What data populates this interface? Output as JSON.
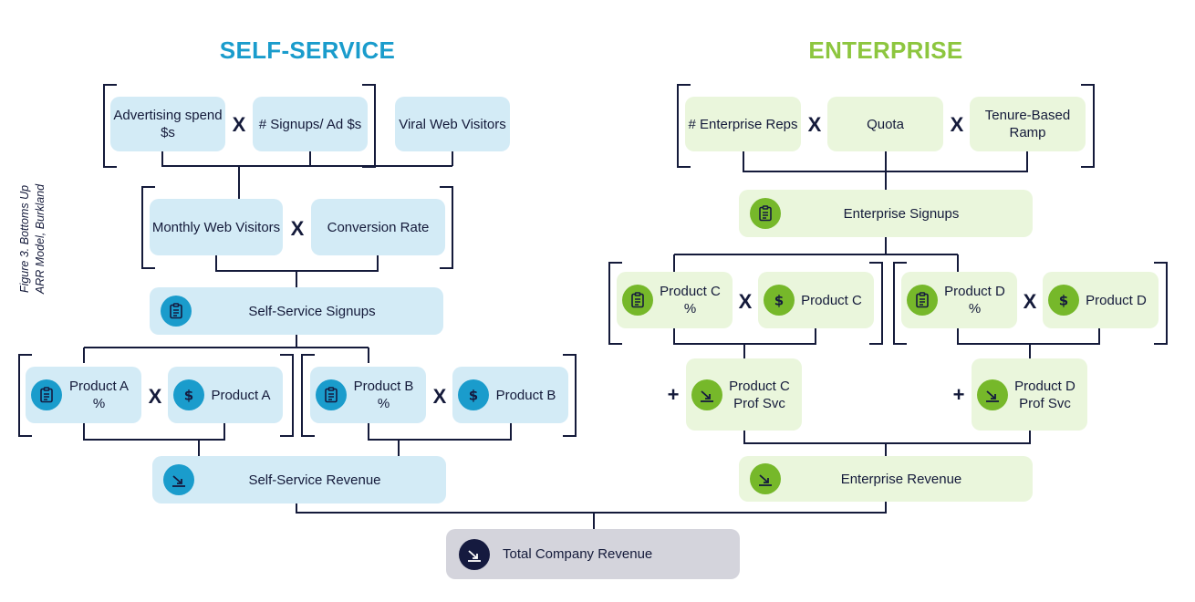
{
  "caption": {
    "line1": "Figure 3. Bottoms Up",
    "line2": "ARR Model, Burkland"
  },
  "colors": {
    "self_service_title": "#1a9ccc",
    "enterprise_title": "#8dc63f",
    "self_service_box": "#d3ebf6",
    "enterprise_box": "#eaf6dc",
    "total_box": "#d4d4dc",
    "icon_blue": "#1a9ccc",
    "icon_green": "#76b82a",
    "icon_navy": "#151a3f",
    "line": "#141a3a"
  },
  "self_service": {
    "title": "SELF-SERVICE",
    "advertising_spend": "Advertising spend $s",
    "signups_per_ad": "# Signups/ Ad $s",
    "viral_web_visitors": "Viral Web Visitors",
    "monthly_web_visitors": "Monthly Web Visitors",
    "conversion_rate": "Conversion Rate",
    "signups": "Self-Service Signups",
    "product_a_pct": "Product A %",
    "product_a": "Product A",
    "product_b_pct": "Product B %",
    "product_b": "Product B",
    "revenue": "Self-Service Revenue"
  },
  "enterprise": {
    "title": "ENTERPRISE",
    "enterprise_reps": "# Enterprise Reps",
    "quota": "Quota",
    "tenure_ramp": "Tenure-Based Ramp",
    "signups": "Enterprise Signups",
    "product_c_pct": "Product C %",
    "product_c": "Product C",
    "product_d_pct": "Product D %",
    "product_d": "Product D",
    "product_c_prof_svc": "Product C Prof Svc",
    "product_d_prof_svc": "Product D Prof Svc",
    "revenue": "Enterprise Revenue"
  },
  "total": {
    "label": "Total Company Revenue"
  },
  "operators": {
    "multiply": "X",
    "plus": "+"
  },
  "icons": {
    "clipboard": "clipboard-icon",
    "dollar": "dollar-icon",
    "revenue": "trend-down-arrow-icon"
  }
}
